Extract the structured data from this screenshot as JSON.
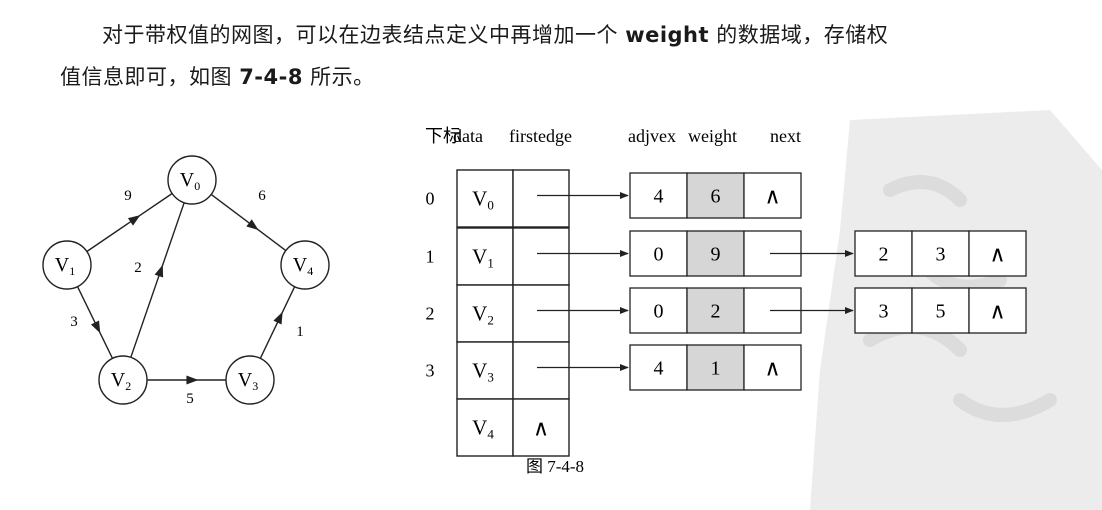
{
  "paragraph": {
    "line1_pre": "对于带权值的网图，可以在边表结点定义中再增加一个 ",
    "keyword": "weight",
    "line1_post": " 的数据域，存储权",
    "line2_pre": "值信息即可，如图 ",
    "figure_ref": "7-4-8",
    "line2_post": " 所示。"
  },
  "graph": {
    "vertices": [
      {
        "id": "v0",
        "label": "V",
        "sub": "0"
      },
      {
        "id": "v1",
        "label": "V",
        "sub": "1"
      },
      {
        "id": "v2",
        "label": "V",
        "sub": "2"
      },
      {
        "id": "v3",
        "label": "V",
        "sub": "3"
      },
      {
        "id": "v4",
        "label": "V",
        "sub": "4"
      }
    ],
    "edges": [
      {
        "from": "v1",
        "to": "v0",
        "weight": "9"
      },
      {
        "from": "v0",
        "to": "v4",
        "weight": "6"
      },
      {
        "from": "v2",
        "to": "v0",
        "weight": "2"
      },
      {
        "from": "v1",
        "to": "v2",
        "weight": "3"
      },
      {
        "from": "v2",
        "to": "v3",
        "weight": "5"
      },
      {
        "from": "v3",
        "to": "v4",
        "weight": "1"
      }
    ]
  },
  "table": {
    "headers": {
      "index": "下标",
      "data": "data",
      "firstedge": "firstedge",
      "adjvex": "adjvex",
      "weight": "weight",
      "next": "next"
    },
    "rows": [
      {
        "index": "0",
        "vertex": "V",
        "sub": "0"
      },
      {
        "index": "1",
        "vertex": "V",
        "sub": "1"
      },
      {
        "index": "2",
        "vertex": "V",
        "sub": "2"
      },
      {
        "index": "3",
        "vertex": "V",
        "sub": "3"
      },
      {
        "index": "",
        "vertex": "V",
        "sub": "4"
      }
    ],
    "null_symbol": "∧",
    "edge_nodes": [
      [
        {
          "adjvex": "4",
          "weight": "6"
        }
      ],
      [
        {
          "adjvex": "0",
          "weight": "9"
        },
        {
          "adjvex": "2",
          "weight": "3"
        }
      ],
      [
        {
          "adjvex": "0",
          "weight": "2"
        },
        {
          "adjvex": "3",
          "weight": "5"
        }
      ],
      [
        {
          "adjvex": "4",
          "weight": "1"
        }
      ],
      []
    ]
  },
  "caption": "图 7-4-8",
  "colors": {
    "weight_fill": "#d6d6d6",
    "line": "#222222",
    "watermark": "#e6e6e6"
  }
}
